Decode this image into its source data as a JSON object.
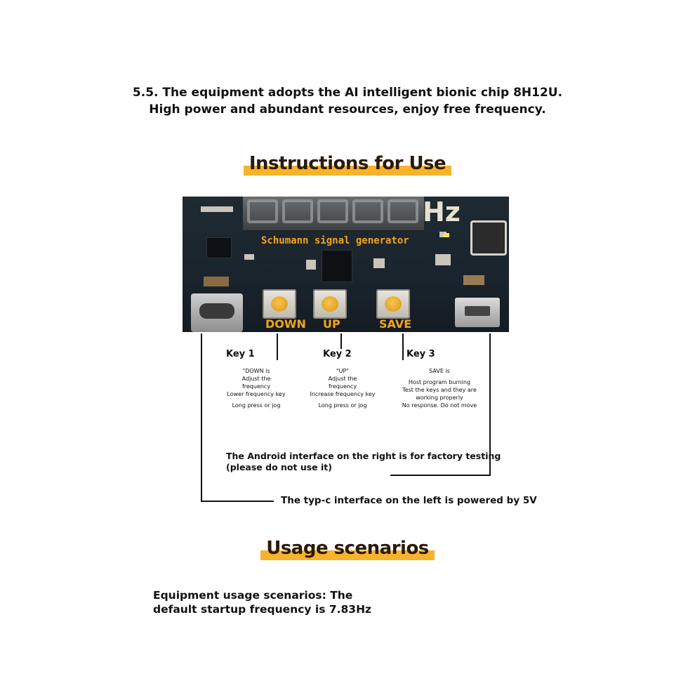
{
  "intro": {
    "line1": "5.5. The equipment adopts the AI intelligent bionic chip 8H12U.",
    "line2": "High power and abundant resources, enjoy free frequency."
  },
  "headings": {
    "instructions": "Instructions for Use",
    "usage": "Usage scenarios"
  },
  "board": {
    "label": "Schumann signal generator",
    "unit": "Hz",
    "buttons": [
      "DOWN",
      "UP",
      "SAVE"
    ]
  },
  "keys": [
    {
      "title": "Key 1",
      "lines": [
        "\"DOWN is",
        "Adjust the",
        "frequency",
        "Lower frequency key",
        "",
        "Long press or jog"
      ]
    },
    {
      "title": "Key 2",
      "lines": [
        "\"UP\"",
        "Adjust the",
        "frequency",
        "Increase frequency key",
        "",
        "Long press or jog"
      ]
    },
    {
      "title": "Key 3",
      "lines": [
        "SAVE is",
        "",
        "Host program burning",
        "Test the keys and they are",
        "working properly",
        "No response. Do not move"
      ]
    }
  ],
  "notes": {
    "android_line1": "The Android interface on the right is for factory testing",
    "android_line2": "(please do not use it)",
    "typec": "The typ-c interface on the left is powered by 5V"
  },
  "scenario": {
    "line1": "Equipment usage scenarios: The",
    "line2": "default startup frequency is 7.83Hz"
  },
  "colors": {
    "accent": "#f6b32b",
    "pcb_text": "#f2a41c",
    "pcb": "#1f2a33"
  }
}
